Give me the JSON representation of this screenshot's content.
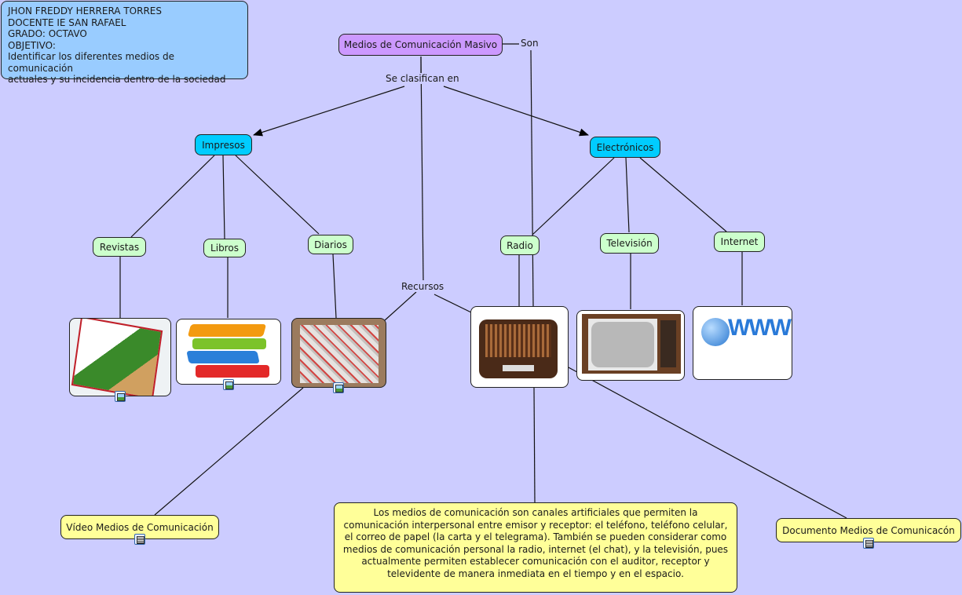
{
  "info_box": {
    "lines": [
      "JHON FREDDY HERRERA TORRES",
      "DOCENTE IE SAN RAFAEL",
      "GRADO: OCTAVO",
      "OBJETIVO:",
      "Identificar los diferentes medios de comunicación",
      "actuales y su incidencia dentro de la sociedad"
    ]
  },
  "concepts": {
    "root": "Medios de Comunicación Masivo",
    "impresos": "Impresos",
    "electronicos": "Electrónicos",
    "revistas": "Revistas",
    "libros": "Libros",
    "diarios": "Diarios",
    "radio": "Radio",
    "television": "Televisión",
    "internet": "Internet"
  },
  "link_labels": {
    "son": "Son",
    "se_clasifican_en": "Se clasifican en",
    "recursos": "Recursos"
  },
  "resources": {
    "video": "Vídeo Medios de Comunicación",
    "documento": "Documento Medios de Comunicacón"
  },
  "description": "Los medios de comunicación son canales artificiales que permiten la comunicación interpersonal entre emisor y receptor: el teléfono, teléfono celular, el correo de papel (la carta y el telegrama). También se pueden considerar como medios de comunicación personal la radio, internet (el chat), y la televisión, pues actualmente permiten establecer comunicación con el auditor, receptor y televidente de manera inmediata en el tiempo y en el espacio.",
  "colors": {
    "background": "#ccccff",
    "root": "#cc99ff",
    "category": "#00ccff",
    "leaf": "#ccffcc",
    "note": "#ffff99",
    "info": "#99ccff"
  }
}
